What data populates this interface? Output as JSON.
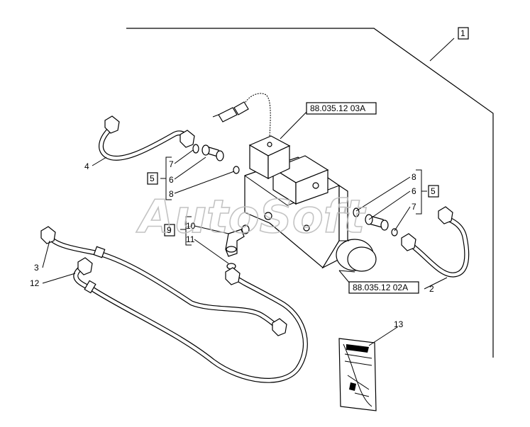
{
  "diagram": {
    "watermark": "AutoSoft",
    "refs": {
      "block_top": "88.035.12 03A",
      "block_bottom": "88.035.12 02A"
    },
    "callouts": {
      "c1": "1",
      "c2": "2",
      "c3": "3",
      "c4": "4",
      "c5a": "5",
      "c5b": "5",
      "c6a": "6",
      "c6b": "6",
      "c7a": "7",
      "c7b": "7",
      "c8a": "8",
      "c8b": "8",
      "c9": "9",
      "c10": "10",
      "c11": "11",
      "c12": "12",
      "c13": "13"
    }
  }
}
